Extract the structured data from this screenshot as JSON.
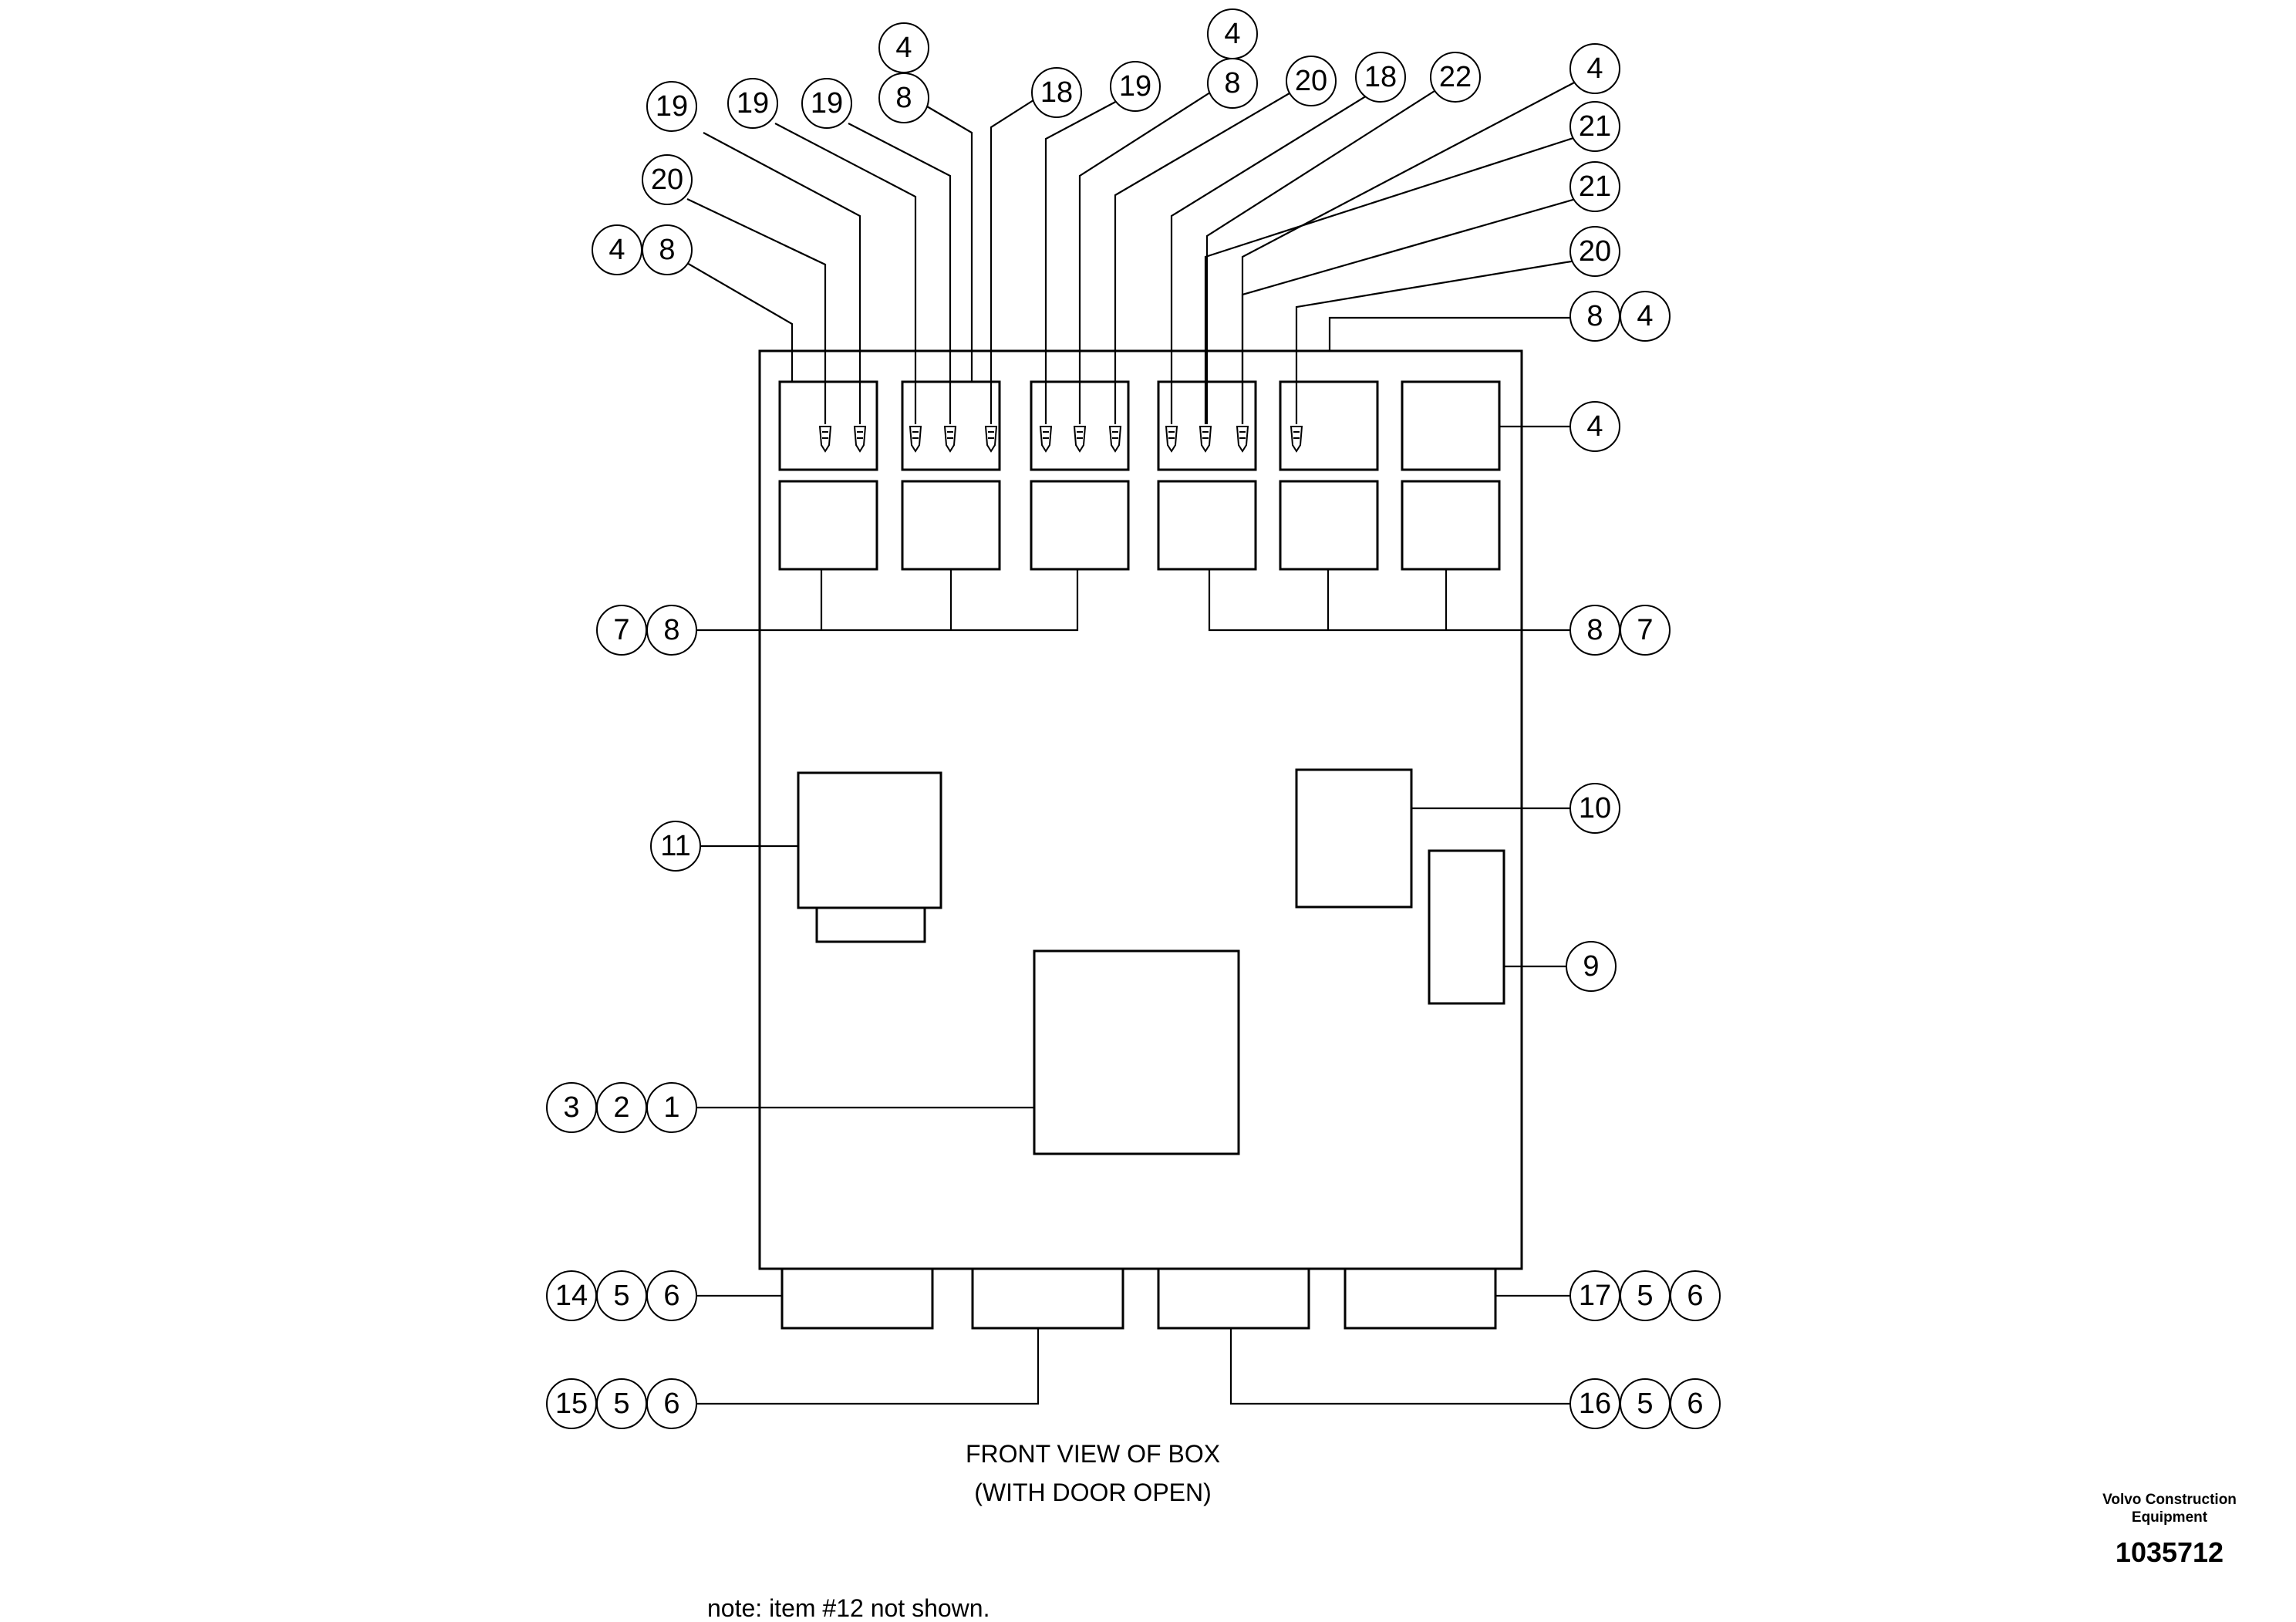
{
  "caption": {
    "line1": "FRONT VIEW OF BOX",
    "line2": "(WITH DOOR OPEN)"
  },
  "credit": {
    "line1": "Volvo Construction",
    "line2": "Equipment",
    "number": "1035712"
  },
  "note": "note: item #12 not shown.",
  "balloons": {
    "fuse_left": [
      "4",
      "8"
    ],
    "fuse_a1": "20",
    "fuse_a2": "19",
    "fuse_b1": "19",
    "fuse_b2": "19",
    "fuse_b3": [
      "4",
      "8"
    ],
    "fuse_c1": "18",
    "fuse_c2": "19",
    "fuse_c3": [
      "4",
      "8"
    ],
    "fuse_d1": "20",
    "fuse_d2": "18",
    "fuse_d3": "22",
    "fuse_d4": "4",
    "fuse_e1": "21",
    "fuse_e2": "21",
    "fuse_e3": "20",
    "fuse_right": [
      "8",
      "4"
    ],
    "relay_top_right": "4",
    "relays_left": [
      "7",
      "8"
    ],
    "relays_right": [
      "8",
      "7"
    ],
    "module_10": "10",
    "module_9": "9",
    "module_11": "11",
    "main_module": [
      "3",
      "2",
      "1"
    ],
    "connector_1": [
      "14",
      "5",
      "6"
    ],
    "connector_2": [
      "15",
      "5",
      "6"
    ],
    "connector_3": [
      "16",
      "5",
      "6"
    ],
    "connector_4": [
      "17",
      "5",
      "6"
    ]
  }
}
